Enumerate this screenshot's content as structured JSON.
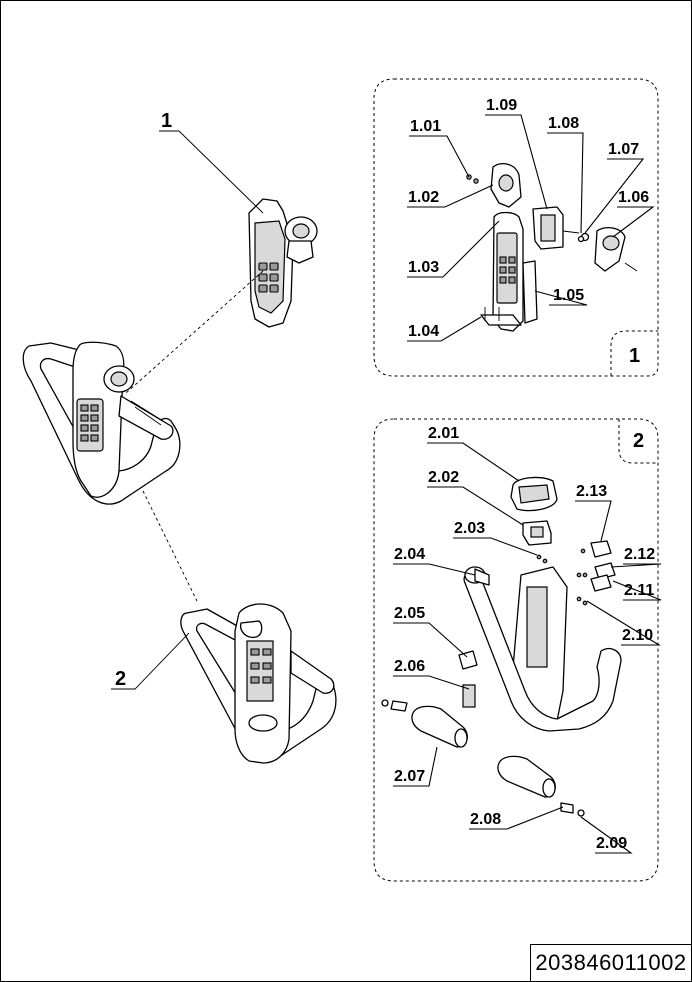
{
  "document_number": "203846011002",
  "main_labels": {
    "assembly_1": "1",
    "assembly_2": "2"
  },
  "detail_1": {
    "panel_number": "1",
    "labels": [
      "1.01",
      "1.02",
      "1.03",
      "1.04",
      "1.05",
      "1.06",
      "1.07",
      "1.08",
      "1.09"
    ]
  },
  "detail_2": {
    "panel_number": "2",
    "labels": [
      "2.01",
      "2.02",
      "2.03",
      "2.04",
      "2.05",
      "2.06",
      "2.07",
      "2.08",
      "2.09",
      "2.10",
      "2.11",
      "2.12",
      "2.13"
    ]
  }
}
